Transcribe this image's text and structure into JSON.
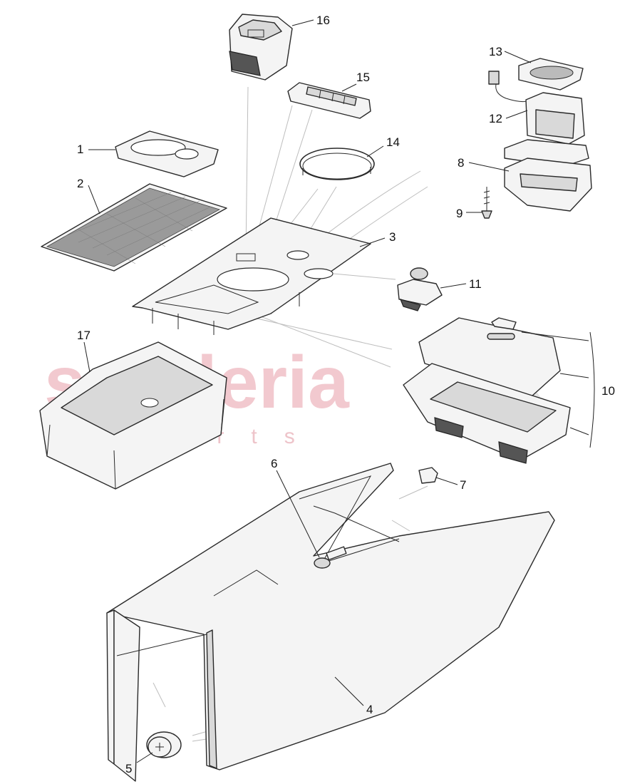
{
  "watermark": {
    "brand": "scuderia",
    "subline": "parts",
    "color": "#f2c9cf"
  },
  "callouts": [
    {
      "id": "1",
      "label": "1"
    },
    {
      "id": "2",
      "label": "2"
    },
    {
      "id": "3",
      "label": "3"
    },
    {
      "id": "4",
      "label": "4"
    },
    {
      "id": "5",
      "label": "5"
    },
    {
      "id": "6",
      "label": "6"
    },
    {
      "id": "7",
      "label": "7"
    },
    {
      "id": "8",
      "label": "8"
    },
    {
      "id": "9",
      "label": "9"
    },
    {
      "id": "10",
      "label": "10"
    },
    {
      "id": "11",
      "label": "11"
    },
    {
      "id": "12",
      "label": "12"
    },
    {
      "id": "13",
      "label": "13"
    },
    {
      "id": "14",
      "label": "14"
    },
    {
      "id": "15",
      "label": "15"
    },
    {
      "id": "16",
      "label": "16"
    },
    {
      "id": "17",
      "label": "17"
    }
  ]
}
